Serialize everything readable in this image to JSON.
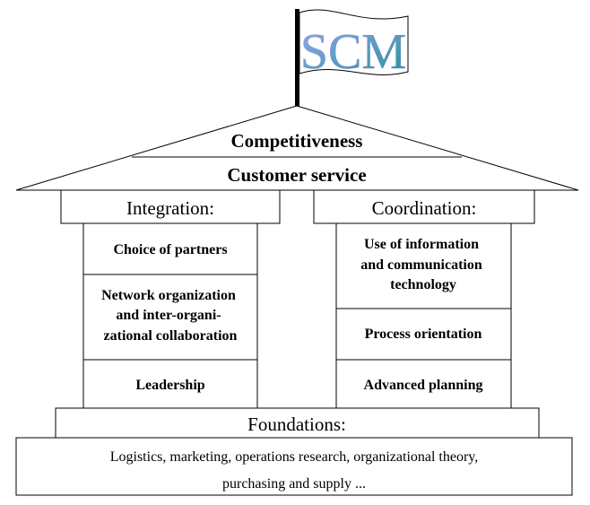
{
  "flag": {
    "label": "SCM",
    "gradient_start": "#8f9ce8",
    "gradient_end": "#2a9a9a"
  },
  "roof": {
    "line1": "Competitiveness",
    "line2": "Customer service"
  },
  "pillars": [
    {
      "header": "Integration:",
      "items": [
        [
          "Choice of partners"
        ],
        [
          "Network organization",
          "and inter-organi-",
          "zational collaboration"
        ],
        [
          "Leadership"
        ]
      ]
    },
    {
      "header": "Coordination:",
      "items": [
        [
          "Use of information",
          "and communication",
          "technology"
        ],
        [
          "Process orientation"
        ],
        [
          "Advanced planning"
        ]
      ]
    }
  ],
  "foundations": {
    "header": "Foundations:",
    "line1": "Logistics, marketing, operations research, organizational theory,",
    "line2": "purchasing and supply ..."
  }
}
